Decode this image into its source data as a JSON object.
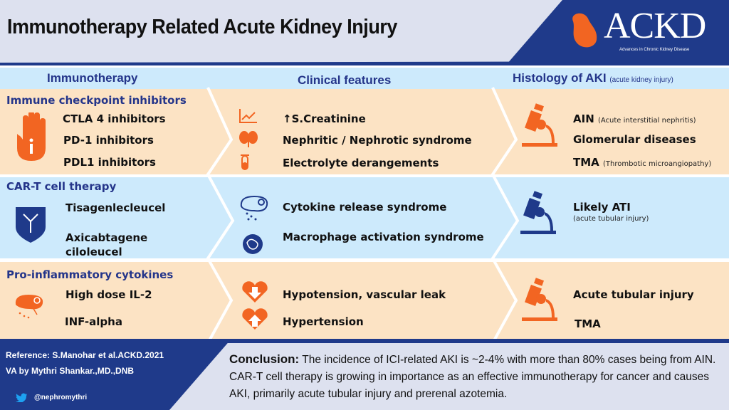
{
  "header": {
    "title": "Immunotherapy Related Acute Kidney Injury",
    "logo": {
      "text": "ACKD",
      "subtitle": "Advances in Chronic Kidney Disease"
    }
  },
  "columns": {
    "immunotherapy": "Immunotherapy",
    "clinical": "Clinical features",
    "histology": "Histology of AKI",
    "histology_note": "(acute kidney injury)"
  },
  "rows": [
    {
      "section": "Immune checkpoint inhibitors",
      "therapies": [
        "CTLA 4 inhibitors",
        "PD-1 inhibitors",
        "PDL1 inhibitors"
      ],
      "features": [
        "↑S.Creatinine",
        "Nephritic / Nephrotic syndrome",
        "Electrolyte derangements"
      ],
      "histology": [
        {
          "label": "AIN",
          "note": "(Acute interstitial nephritis)"
        },
        {
          "label": "Glomerular diseases",
          "note": ""
        },
        {
          "label": "TMA",
          "note": "(Thrombotic microangiopathy)"
        }
      ]
    },
    {
      "section": "CAR-T cell therapy",
      "therapies": [
        "Tisagenlecleucel",
        "Axicabtagene ciloleucel"
      ],
      "features": [
        "Cytokine release syndrome",
        "Macrophage activation syndrome"
      ],
      "histology": [
        {
          "label": "Likely ATI",
          "note": "(acute tubular injury)"
        }
      ]
    },
    {
      "section": "Pro-inflammatory cytokines",
      "therapies": [
        "High dose IL-2",
        "INF-alpha"
      ],
      "features": [
        "Hypotension, vascular leak",
        "Hypertension"
      ],
      "histology": [
        {
          "label": "Acute tubular injury",
          "note": ""
        },
        {
          "label": "TMA",
          "note": ""
        }
      ]
    }
  ],
  "footer": {
    "reference": "Reference: S.Manohar et al.ACKD.2021",
    "author": "VA by  Mythri Shankar.,MD.,DNB",
    "twitter": "@nephromythri",
    "conclusion_label": "Conclusion:",
    "conclusion": "The incidence of ICI-related AKI is ~2-4% with more than 80% cases being from AIN. CAR-T cell therapy is growing in importance as an effective immunotherapy for cancer and causes AKI, primarily acute tubular injury and prerenal azotemia."
  },
  "colors": {
    "navy": "#1f3a8a",
    "orange": "#f26522",
    "peach": "#fce3c4",
    "lightblue": "#cdeafc"
  }
}
